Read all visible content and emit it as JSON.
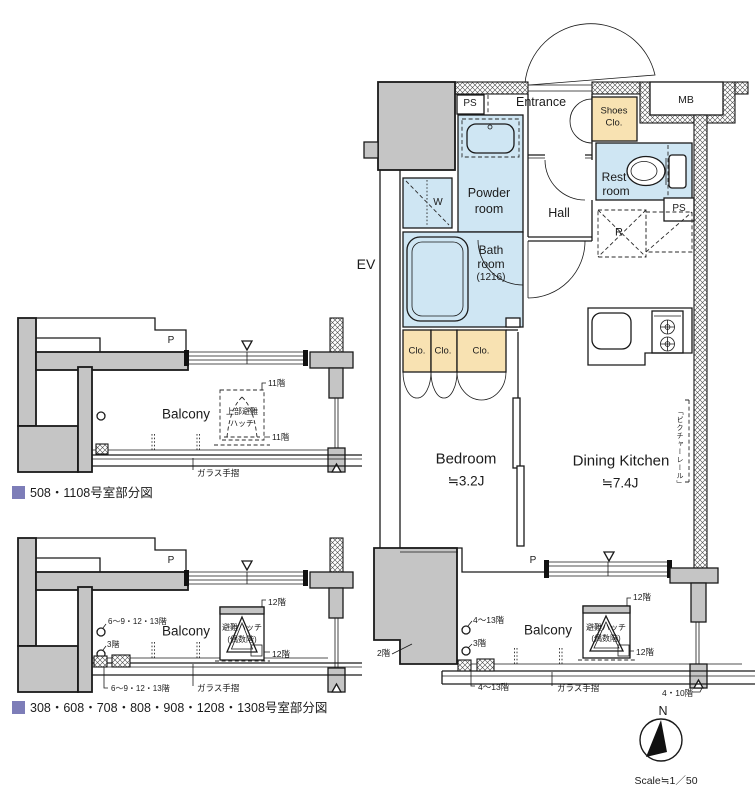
{
  "colors": {
    "wall_gray": "#c5c5c5",
    "wet_room_blue": "#cfe6f3",
    "closet_tan": "#f8e2b2",
    "caption_square": "#7d7db8"
  },
  "main": {
    "ev": "EV",
    "ps_top": "PS",
    "entrance": "Entrance",
    "shoes_line1": "Shoes",
    "shoes_line2": "Clo.",
    "mb": "MB",
    "powder_line1": "Powder",
    "powder_line2": "room",
    "washer": "W",
    "rest_line1": "Rest",
    "rest_line2": "room",
    "hall": "Hall",
    "ps_right": "PS",
    "fridge": "R",
    "bath_line1": "Bath",
    "bath_line2": "room",
    "bath_line3": "(1216)",
    "clo1": "Clo.",
    "clo2": "Clo.",
    "clo3": "Clo.",
    "bedroom": "Bedroom",
    "bedroom_size": "≒3.2J",
    "dining_kitchen": "Dining Kitchen",
    "dining_kitchen_size": "≒7.4J",
    "picture_rail": "「ピクチャーレール」",
    "p": "P",
    "balcony": "Balcony",
    "hatch_line1": "避難ハッチ",
    "hatch_line2": "(偶数階)",
    "hatch_floor_top": "12階",
    "hatch_floor_bottom": "12階",
    "marker_top": "4〜13階",
    "marker_mid": "3階",
    "marker_bottom": "4〜13階",
    "floor_left": "2階",
    "glass_rail": "ガラス手摺",
    "floor_right": "4・10階"
  },
  "pt": {
    "caption": "508・1108号室部分図",
    "p": "P",
    "balcony": "Balcony",
    "hatch_line1": "上部避難",
    "hatch_line2": "ハッチ",
    "hatch_floor_top": "11階",
    "hatch_floor_bottom": "11階",
    "glass_rail": "ガラス手摺"
  },
  "pb": {
    "caption": "308・608・708・808・908・1208・1308号室部分図",
    "p": "P",
    "balcony": "Balcony",
    "hatch_line1": "避難ハッチ",
    "hatch_line2": "(偶数階)",
    "hatch_floor_top": "12階",
    "hatch_floor_bottom": "12階",
    "marker_top": "6〜9・12・13階",
    "marker_mid": "3階",
    "marker_bottom": "6〜9・12・13階",
    "glass_rail": "ガラス手摺"
  },
  "compass": {
    "north": "N",
    "scale": "Scale≒1／50"
  }
}
